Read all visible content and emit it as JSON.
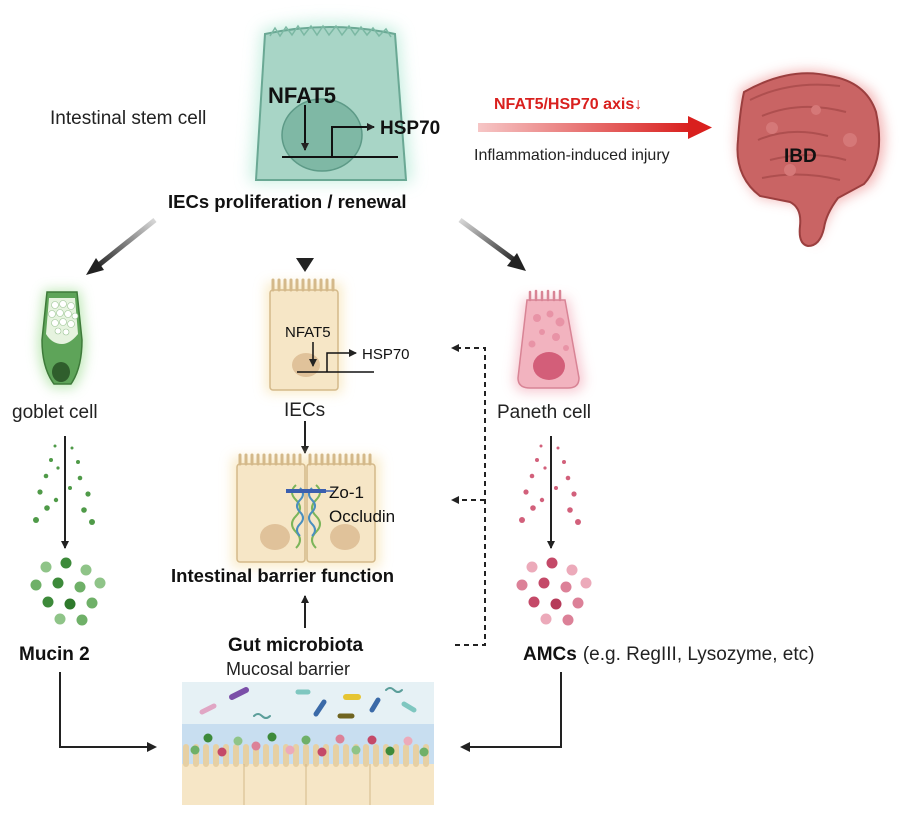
{
  "stem": {
    "label": "Intestinal stem cell",
    "nfat5": "NFAT5",
    "hsp70": "HSP70",
    "proliferation": "IECs proliferation / renewal"
  },
  "ibd": {
    "axis": "NFAT5/HSP70 axis↓",
    "injury": "Inflammation-induced injury",
    "label": "IBD"
  },
  "goblet": {
    "label": "goblet cell",
    "product": "Mucin 2"
  },
  "iec": {
    "label": "IECs",
    "nfat5": "NFAT5",
    "hsp70": "HSP70",
    "zo1": "Zo-1",
    "occludin": "Occludin",
    "barrier": "Intestinal barrier function"
  },
  "paneth": {
    "label": "Paneth cell",
    "product_bold": "AMCs",
    "product_rest": "(e.g. RegIII, Lysozyme, etc)"
  },
  "microbiota": {
    "title": "Gut microbiota",
    "subtitle": "Mucosal barrier"
  },
  "colors": {
    "stem_cell": "#a8d8c8",
    "ibd_red": "#d9201e",
    "goblet_green": "#4f9a48",
    "paneth_pink": "#e89aa8",
    "iec_tan": "#f6e6c6"
  }
}
